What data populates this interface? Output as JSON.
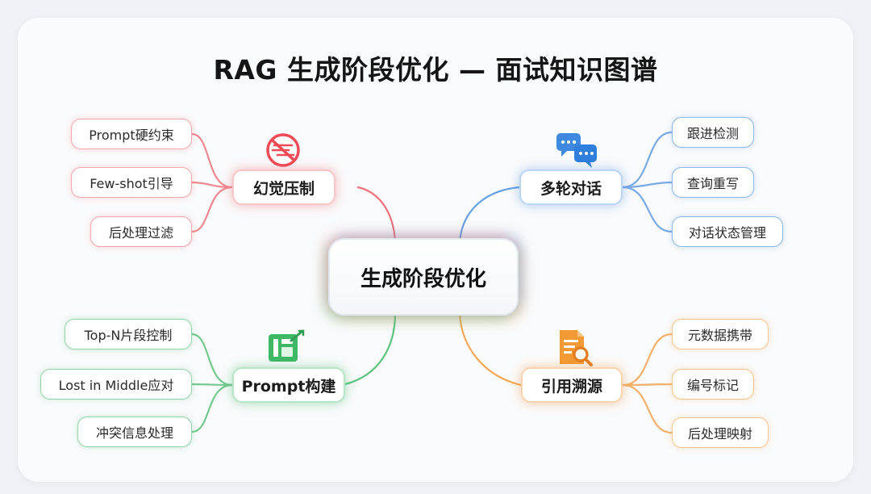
{
  "title": "RAG 生成阶段优化 — 面试知识图谱",
  "center": {
    "label": "生成阶段优化"
  },
  "colors": {
    "red": "#ef5b64",
    "blue": "#4b8fe0",
    "green": "#43b86a",
    "orange": "#f29a3a"
  },
  "branches": {
    "hallucination": {
      "label": "幻觉压制",
      "icon": "no-hallucination-icon",
      "leaves": [
        "Prompt硬约束",
        "Few-shot引导",
        "后处理过滤"
      ]
    },
    "multiturn": {
      "label": "多轮对话",
      "icon": "chat-bubbles-icon",
      "leaves": [
        "跟进检测",
        "查询重写",
        "对话状态管理"
      ]
    },
    "prompt": {
      "label": "Prompt构建",
      "icon": "prompt-build-icon",
      "leaves": [
        "Top-N片段控制",
        "Lost in Middle应对",
        "冲突信息处理"
      ]
    },
    "citation": {
      "label": "引用溯源",
      "icon": "document-search-icon",
      "leaves": [
        "元数据携带",
        "编号标记",
        "后处理映射"
      ]
    }
  }
}
